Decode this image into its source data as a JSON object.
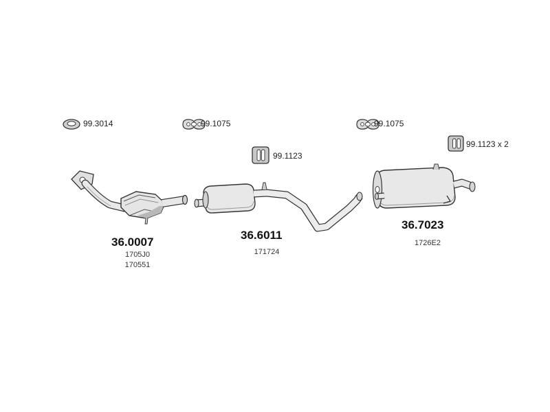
{
  "accessories": [
    {
      "code": "99.3014",
      "icon": "gasket-ring-icon"
    },
    {
      "code": "99.1075",
      "icon": "flange-gasket-icon"
    },
    {
      "code": "99.1123",
      "icon": "rubber-hanger-icon"
    },
    {
      "code": "99.1075",
      "icon": "flange-gasket-icon"
    },
    {
      "code": "99.1123 x 2",
      "icon": "rubber-hanger-icon"
    }
  ],
  "parts": [
    {
      "number": "36.0007",
      "refs": [
        "1705J0",
        "170551"
      ],
      "component": "catalytic-converter"
    },
    {
      "number": "36.6011",
      "refs": [
        "171724"
      ],
      "component": "middle-silencer-pipe"
    },
    {
      "number": "36.7023",
      "refs": [
        "1726E2"
      ],
      "component": "rear-silencer"
    }
  ],
  "colors": {
    "line": "#333333",
    "fill": "#e6e6e6",
    "shade": "#b5b5b5"
  }
}
